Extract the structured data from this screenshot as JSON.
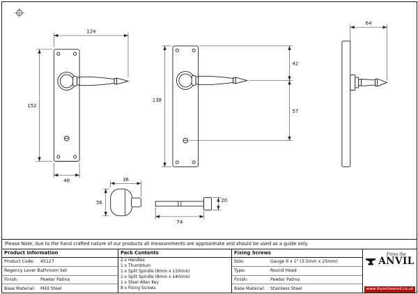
{
  "note": "Please Note, due to the hand crafted nature of our products all measurements are approximate and should be used as a guide only.",
  "dims": {
    "front_total_width": "124",
    "front_plate_height": "152",
    "front_plate_width": "48",
    "mid_plate_height": "138",
    "top_to_handle_center": "42",
    "handle_to_thumbturn": "57",
    "side_projection": "64",
    "thumbturn_width": "36",
    "thumbturn_height": "56",
    "spindle_length": "74",
    "spindle_end_height": "20"
  },
  "table": {
    "product_info": {
      "title": "Product Information",
      "rows": [
        {
          "label": "Product Code:",
          "value": "45127"
        },
        {
          "label": "",
          "value": "Regency Lever Bathroom Set"
        },
        {
          "label": "Finish:",
          "value": "Pewter Patina"
        },
        {
          "label": "Base Material:",
          "value": "Mild Steel"
        }
      ]
    },
    "pack_contents": {
      "title": "Pack Contents",
      "items": [
        "2 x Handles",
        "1 x Thumbturn",
        "1 x Split Spindle (8mm x 110mm)",
        "1 x Split Spindle (8mm x 140mm)",
        "1 x Steel Allen Key",
        "8 x Fixing Screws"
      ]
    },
    "fixing_screws": {
      "title": "Fixing Screws",
      "rows": [
        {
          "label": "Size:",
          "value": "Gauge 6 x 1\" (3.5mm x 25mm)"
        },
        {
          "label": "Type:",
          "value": "Round Head"
        },
        {
          "label": "Finish:",
          "value": "Pewter Patina"
        },
        {
          "label": "Base Material:",
          "value": "Stainless Steel"
        }
      ]
    }
  },
  "logo": {
    "tagline": "From the",
    "name": "ANVIL",
    "url": "www.fromtheanvil.co.uk",
    "bar_color": "#b01212"
  }
}
